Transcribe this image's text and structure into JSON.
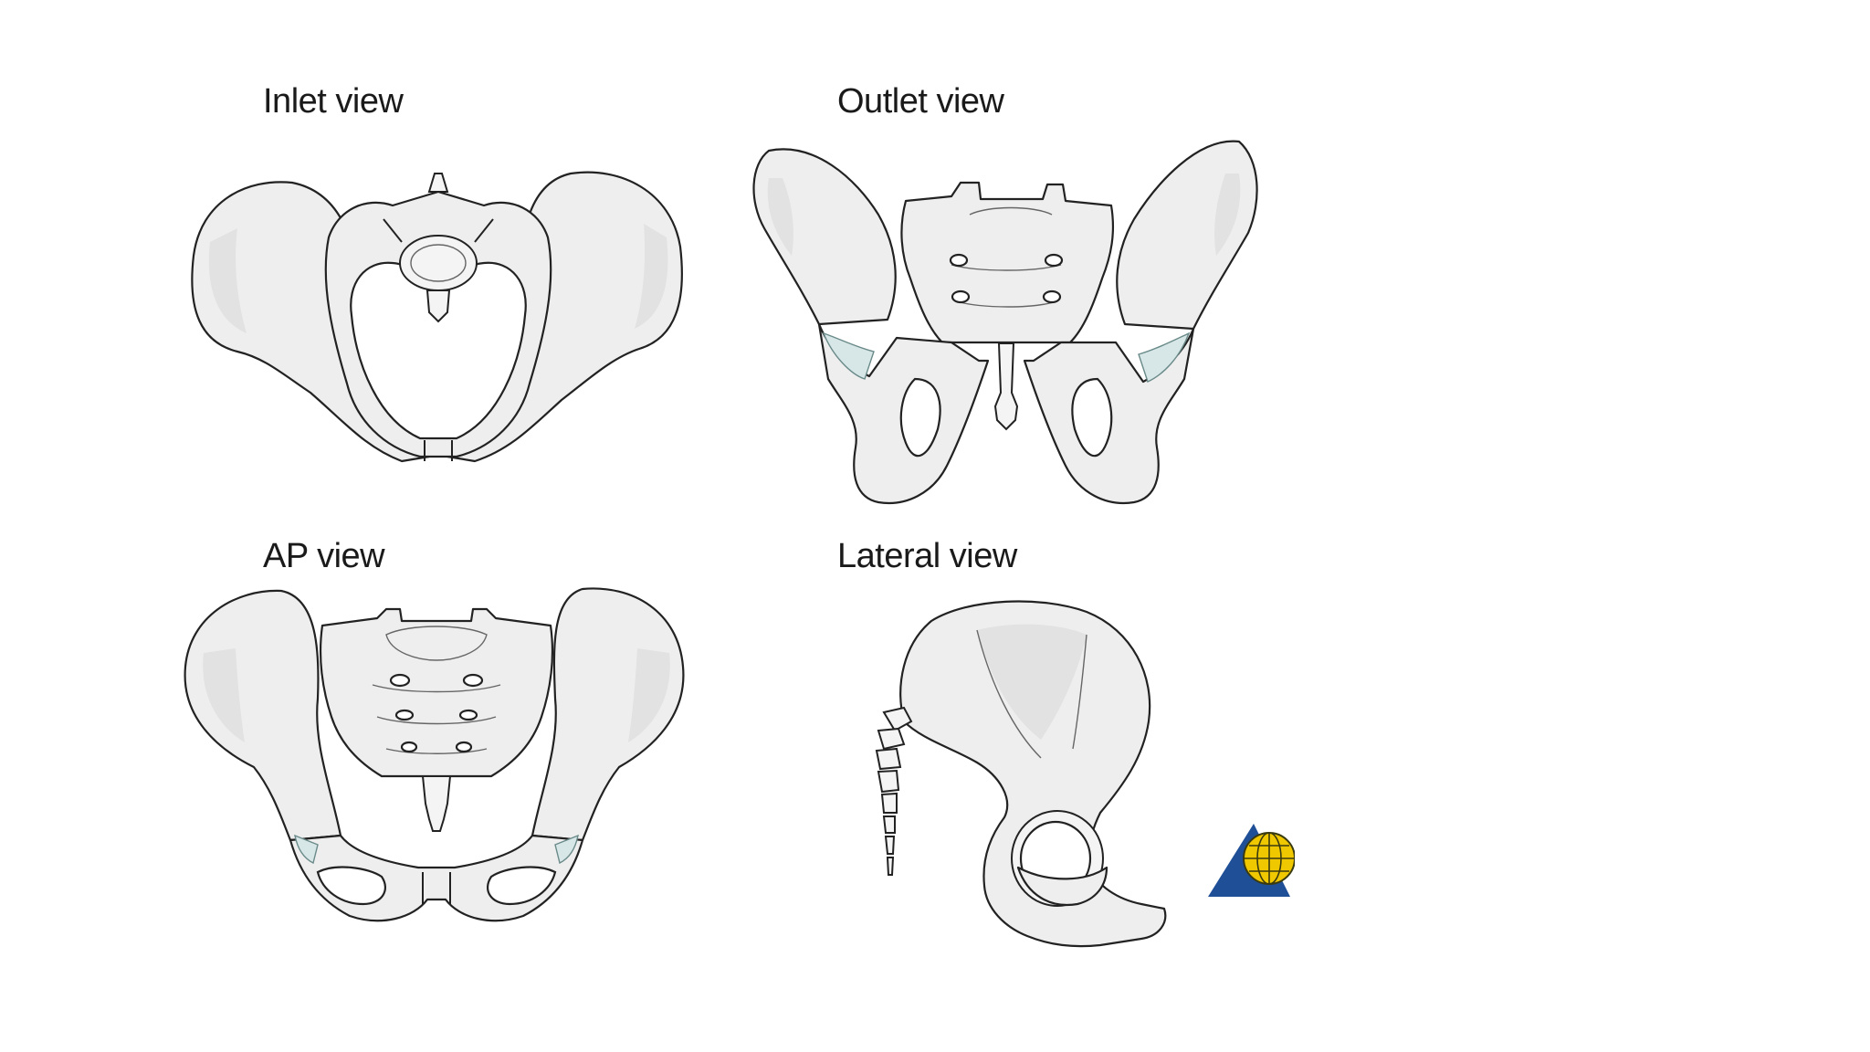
{
  "panels": {
    "inlet": {
      "label": "Inlet view"
    },
    "outlet": {
      "label": "Outlet view"
    },
    "ap": {
      "label": "AP view"
    },
    "lateral": {
      "label": "Lateral view"
    }
  },
  "logo": {
    "icon": "globe-triangle-logo-icon",
    "colors": {
      "triangle": "#1f4f96",
      "globe": "#f0c800",
      "grid": "#3a3a10"
    }
  },
  "colors": {
    "bone_fill": "#eeeeee",
    "outline": "#222222",
    "cartilage": "#d7e6e6",
    "background": "#ffffff"
  }
}
